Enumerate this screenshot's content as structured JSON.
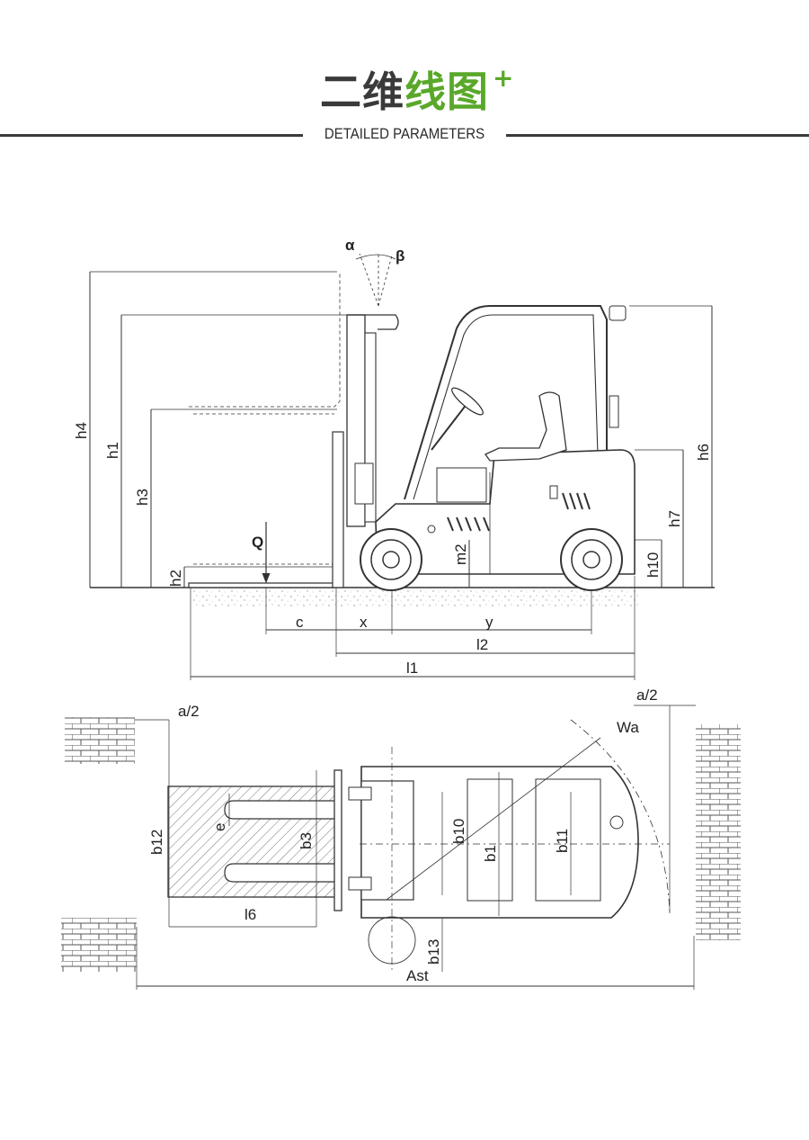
{
  "header": {
    "title_dark": "二维",
    "title_green": "线图",
    "plus": "+",
    "subtitle": "DETAILED PARAMETERS"
  },
  "colors": {
    "accent": "#5aa82a",
    "title_dark": "#3a3a3a",
    "line": "#3a3a3a"
  },
  "side_view": {
    "angle_labels": {
      "alpha": "α",
      "beta": "β"
    },
    "dim_labels": {
      "h4": "h4",
      "h1": "h1",
      "h3": "h3",
      "h2": "h2",
      "q": "Q",
      "m2": "m2",
      "h10": "h10",
      "h7": "h7",
      "h6": "h6",
      "c": "c",
      "x": "x",
      "y": "y",
      "l2": "l2",
      "l1": "l1"
    }
  },
  "top_view": {
    "dim_labels": {
      "a2_left": "a/2",
      "a2_right": "a/2",
      "wa": "Wa",
      "e": "e",
      "b12": "b12",
      "b3": "b3",
      "b10": "b10",
      "b1": "b1",
      "b11": "b11",
      "l6": "l6",
      "b13": "b13",
      "ast": "Ast"
    }
  }
}
